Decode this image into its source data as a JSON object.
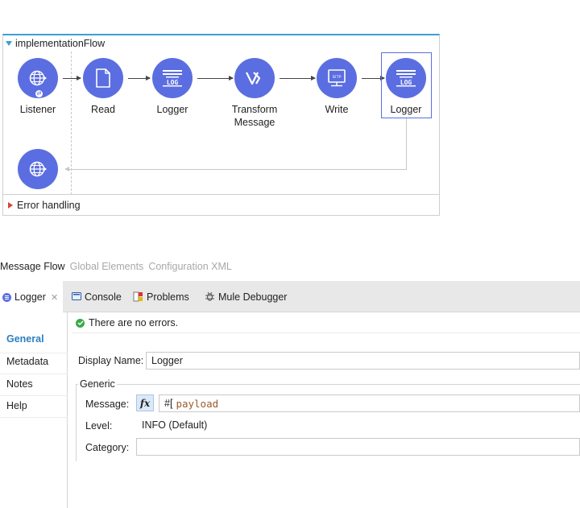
{
  "flow": {
    "title": "implementationFlow",
    "error_handling": "Error handling",
    "nodes": [
      {
        "label": "Listener",
        "icon": "globe-icon"
      },
      {
        "label": "Read",
        "icon": "file-icon"
      },
      {
        "label": "Logger",
        "icon": "log-icon",
        "icon_text": "LOG"
      },
      {
        "label": "Transform Message",
        "icon": "transform-icon"
      },
      {
        "label": "Write",
        "icon": "sftp-icon",
        "icon_text": "SFTP"
      },
      {
        "label": "Logger",
        "icon": "log-icon",
        "icon_text": "LOG",
        "selected": true
      }
    ],
    "return_node_icon": "globe-icon",
    "accent_color": "#5b6ee1"
  },
  "editor_tabs": {
    "message_flow": "Message Flow",
    "global_elements": "Global Elements",
    "configuration_xml": "Configuration XML"
  },
  "panel": {
    "tabs": {
      "logger": "Logger",
      "console": "Console",
      "problems": "Problems",
      "mule_debugger": "Mule Debugger"
    },
    "side_nav": [
      "General",
      "Metadata",
      "Notes",
      "Help"
    ],
    "status": "There are no errors.",
    "display_name_label": "Display Name:",
    "display_name_value": "Logger",
    "generic_label": "Generic",
    "message_label": "Message:",
    "fx_label": "fx",
    "message_prefix": "#[",
    "message_value": "payload",
    "level_label": "Level:",
    "level_value": "INFO (Default)",
    "category_label": "Category:",
    "category_value": ""
  }
}
